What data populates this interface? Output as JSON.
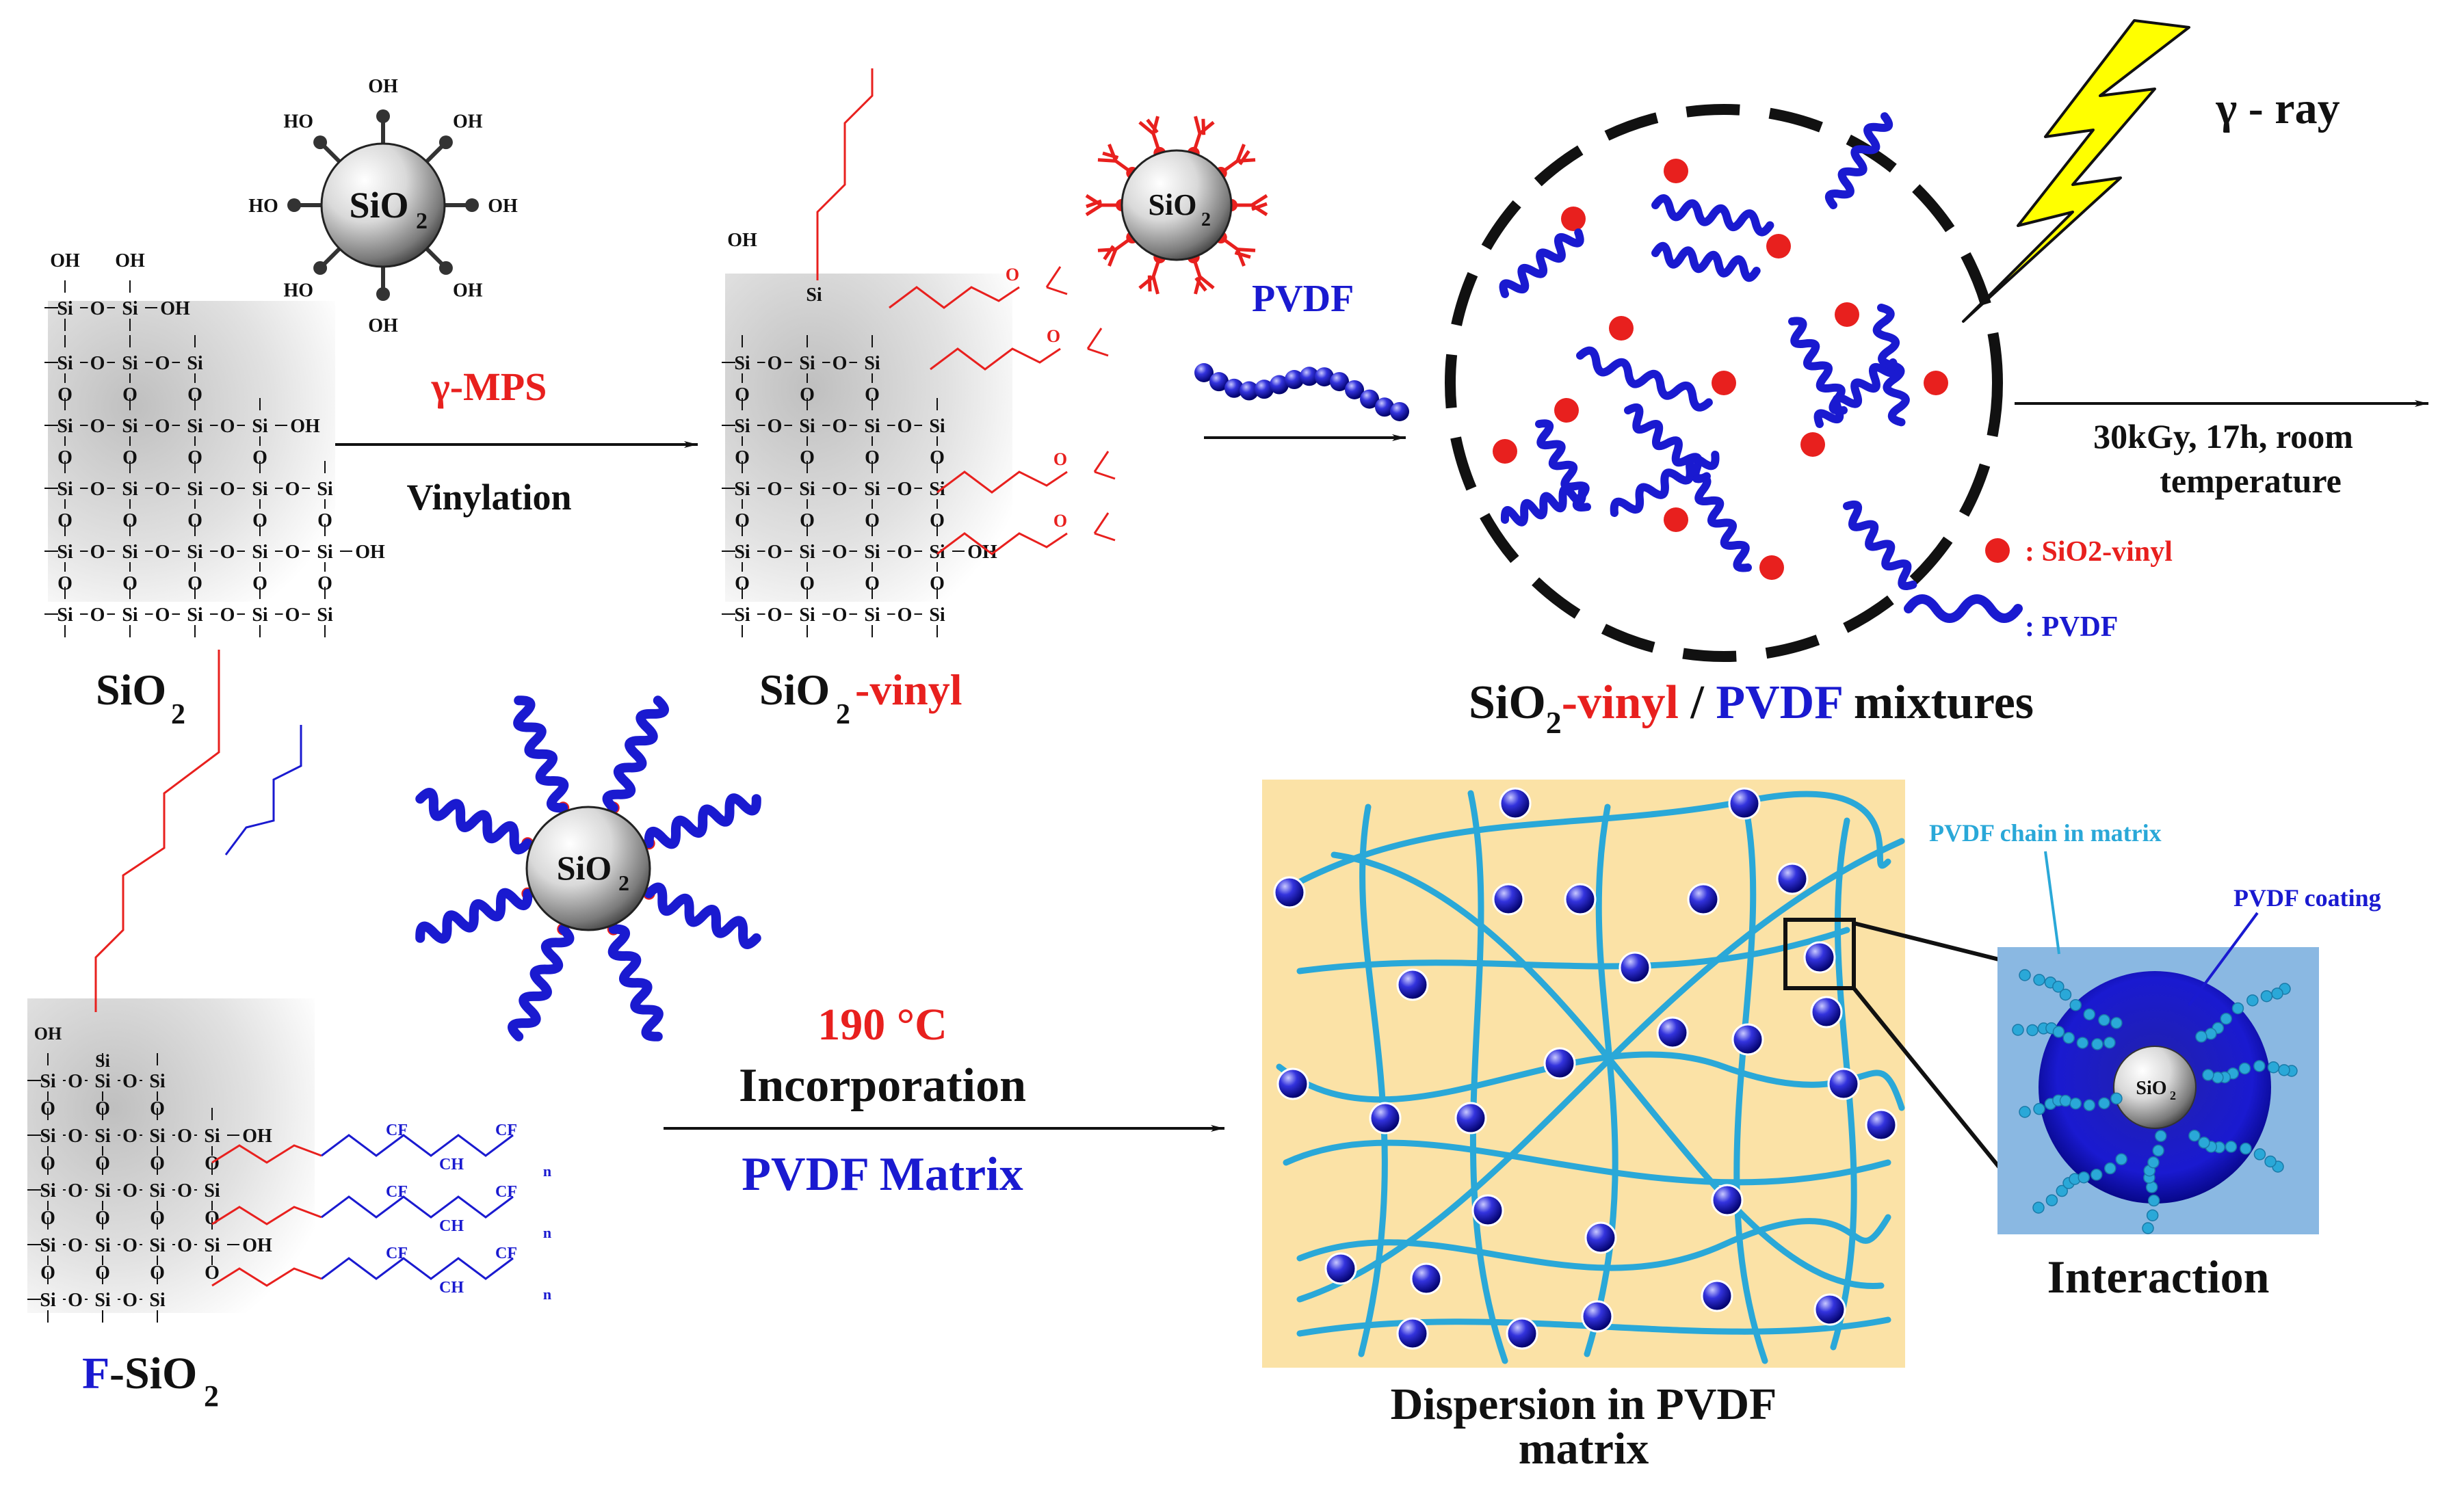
{
  "labels": {
    "sio2": "SiO",
    "sio2_sub": "2",
    "sio2_particle": "SiO",
    "sio2_particle_sub": "2",
    "gamma_mps": "γ-MPS",
    "vinylation": "Vinylation",
    "sio2_vinyl_pre": "SiO",
    "sio2_vinyl_sub": "2",
    "sio2_vinyl_suffix": "-vinyl",
    "pvdf": "PVDF",
    "gamma_ray": "γ - ray",
    "condition_line1": "30kGy, 17h,  room",
    "condition_line2": "temperature",
    "legend_sio2_vinyl": ": SiO2-vinyl",
    "legend_pvdf": ": PVDF",
    "mixture_pre": "SiO",
    "mixture_sub": "2",
    "mixture_vinyl": "-vinyl",
    "mixture_slash": " / ",
    "mixture_pvdf": "PVDF",
    "mixture_rest": " mixtures",
    "fsio2_f": "F",
    "fsio2_rest": "-SiO",
    "fsio2_sub": "2",
    "temp": "190 °C",
    "incorporation": "Incorporation",
    "pvdf_matrix": "PVDF Matrix",
    "dispersion_line1": "Dispersion in PVDF",
    "dispersion_line2": "matrix",
    "pvdf_chain_in_matrix": "PVDF chain in matrix",
    "pvdf_coating": "PVDF coating",
    "interaction": "Interaction",
    "oh": "OH",
    "ho": "HO",
    "si": "Si",
    "o": "O",
    "cf2": "CF",
    "ch2": "CH",
    "ch": "CH",
    "n": "n"
  },
  "colors": {
    "black": "#111111",
    "red": "#e8201e",
    "blue": "#1a1ad0",
    "cyan": "#2aa8d8",
    "matrix_bg": "#fbe2a6",
    "yellow": "#ffff00",
    "gray_shade": "#cfcfcf"
  }
}
